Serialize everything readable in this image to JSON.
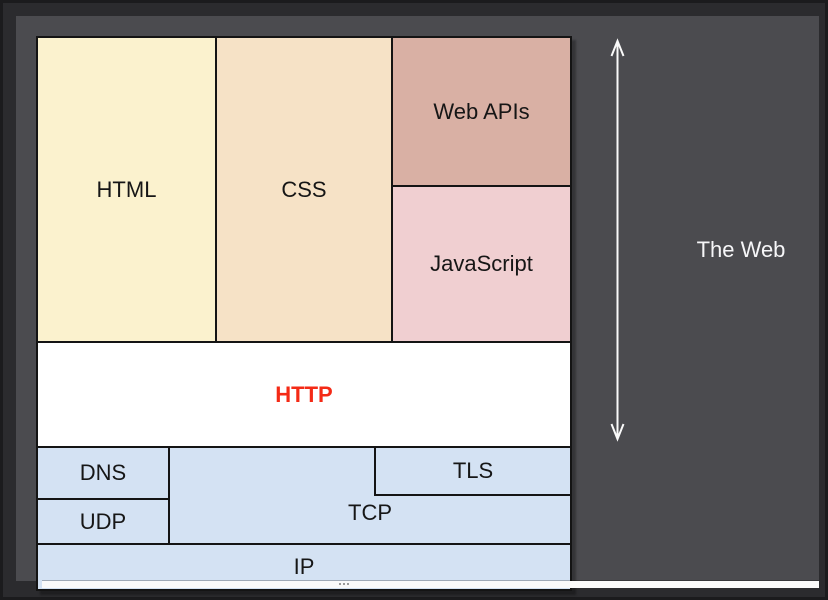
{
  "canvas": {
    "background": "#4B4B4F",
    "frame_background": "#2B2B2E"
  },
  "diagram": {
    "boxes": [
      {
        "id": "html",
        "label": "HTML",
        "fill": "#FBF2CE",
        "text_color": "#161616"
      },
      {
        "id": "css",
        "label": "CSS",
        "fill": "#F6E2C6",
        "text_color": "#161616"
      },
      {
        "id": "webapis",
        "label": "Web APIs",
        "fill": "#D9B0A4",
        "text_color": "#161616"
      },
      {
        "id": "javascript",
        "label": "JavaScript",
        "fill": "#F0CFD1",
        "text_color": "#161616"
      },
      {
        "id": "http",
        "label": "HTTP",
        "fill": "#FFFFFF",
        "text_color": "#F42A16"
      },
      {
        "id": "dns",
        "label": "DNS",
        "fill": "#D4E2F3",
        "text_color": "#161616"
      },
      {
        "id": "udp",
        "label": "UDP",
        "fill": "#D4E2F3",
        "text_color": "#161616"
      },
      {
        "id": "tcp",
        "label": "TCP",
        "fill": "#D4E2F3",
        "text_color": "#161616"
      },
      {
        "id": "tls",
        "label": "TLS",
        "fill": "#D4E2F3",
        "text_color": "#161616"
      },
      {
        "id": "ip",
        "label": "IP",
        "fill": "#D4E2F3",
        "text_color": "#161616"
      }
    ],
    "border_color": "#141414",
    "annotation": {
      "label": "The Web",
      "color": "#F6F6F8",
      "arrow_color": "#FAFAFA",
      "arrow_style": "double-headed-vertical"
    }
  },
  "divider": {
    "bar_color": "#FAFAFA",
    "handle": "three-dots"
  }
}
